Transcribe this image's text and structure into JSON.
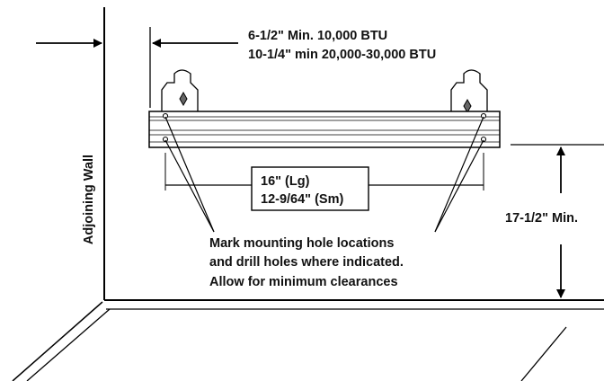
{
  "wall_label": "Adjoining Wall",
  "side_clearance": {
    "line1": "6-1/2\" Min. 10,000 BTU",
    "line2": "10-1/4\" min 20,000-30,000 BTU"
  },
  "hole_spacing": {
    "line1": "16\" (Lg)",
    "line2": "12-9/64\" (Sm)"
  },
  "floor_clearance": "17-1/2\" Min.",
  "instructions": {
    "line1": "Mark mounting hole locations",
    "line2": "and drill holes where indicated.",
    "line3": "Allow for minimum clearances"
  }
}
